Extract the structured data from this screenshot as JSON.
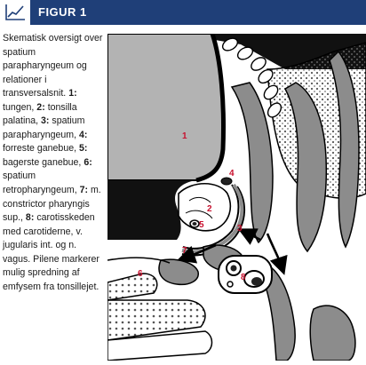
{
  "header": {
    "title": "FIGUR 1",
    "icon": "line-chart-icon",
    "bar_color": "#1f3f78"
  },
  "caption": {
    "intro": "Skematisk oversigt over spatium parapharyngeum og relationer i transversalsnit.",
    "items": [
      {
        "n": "1",
        "text": "tungen"
      },
      {
        "n": "2",
        "text": "tonsilla palatina"
      },
      {
        "n": "3",
        "text": "spatium parapharyngeum"
      },
      {
        "n": "4",
        "text": "forreste ganebue"
      },
      {
        "n": "5",
        "text": "bagerste ganebue"
      },
      {
        "n": "6",
        "text": "spatium retropharyngeum"
      },
      {
        "n": "7",
        "text": "m. constrictor pharyngis sup."
      },
      {
        "n": "8",
        "text": "carotisskeden med carotiderne, v. jugularis int. og n. vagus"
      }
    ],
    "outro": "Pilene markerer mulig spredning af emfysem fra tonsillejet."
  },
  "labels": [
    "1",
    "2",
    "3",
    "4",
    "5",
    "6",
    "7",
    "8"
  ],
  "colors": {
    "label": "#c8102e",
    "tongue": "#b8b8b8",
    "muscle": "#8c8c8c",
    "outline": "#000000",
    "bone_dots": "#666666"
  }
}
